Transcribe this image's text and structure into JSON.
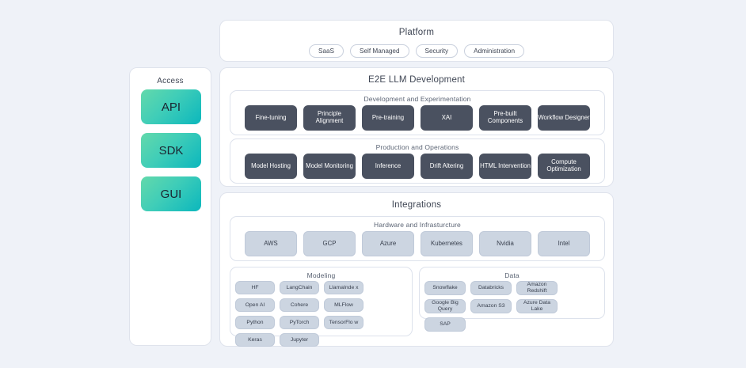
{
  "platform": {
    "title": "Platform",
    "pills": [
      "SaaS",
      "Self Managed",
      "Security",
      "Administration"
    ]
  },
  "access": {
    "title": "Access",
    "buttons": [
      "API",
      "SDK",
      "GUI"
    ]
  },
  "e2e": {
    "title": "E2E LLM Development",
    "sections": [
      {
        "title": "Development and Experimentation",
        "chips": [
          "Fine-tuning",
          "Principle Alignment",
          "Pre-training",
          "XAI",
          "Pre-built Components",
          "Workflow Designer"
        ]
      },
      {
        "title": "Production and Operations",
        "chips": [
          "Model Hosting",
          "Model Monitoring",
          "Inference",
          "Drift Altering",
          "HTML Intervention",
          "Compute Optimization"
        ]
      }
    ]
  },
  "integrations": {
    "title": "Integrations",
    "hardware": {
      "title": "Hardware and Infrasturcture",
      "chips": [
        "AWS",
        "GCP",
        "Azure",
        "Kubernetes",
        "Nvidia",
        "Intel"
      ]
    },
    "modeling": {
      "title": "Modeling",
      "chips": [
        "HF",
        "LangChain",
        "LlamaInde x",
        "Open AI",
        "Cohere",
        "MLFlow",
        "Python",
        "PyTorch",
        "TensorFlo w",
        "Keras",
        "Jupyter"
      ]
    },
    "data": {
      "title": "Data",
      "chips": [
        "Snowflake",
        "Databricks",
        "Amazon Redshift",
        "Google Big Query",
        "Amazon S3",
        "Azure Data Lake",
        "SAP"
      ]
    }
  },
  "colors": {
    "background": "#eff2f8",
    "panel": "#ffffff",
    "chip_dark": "#4a5160",
    "chip_light": "#ccd5e1",
    "accent_gradient_from": "#63d9ab",
    "accent_gradient_to": "#0bb7bd"
  }
}
